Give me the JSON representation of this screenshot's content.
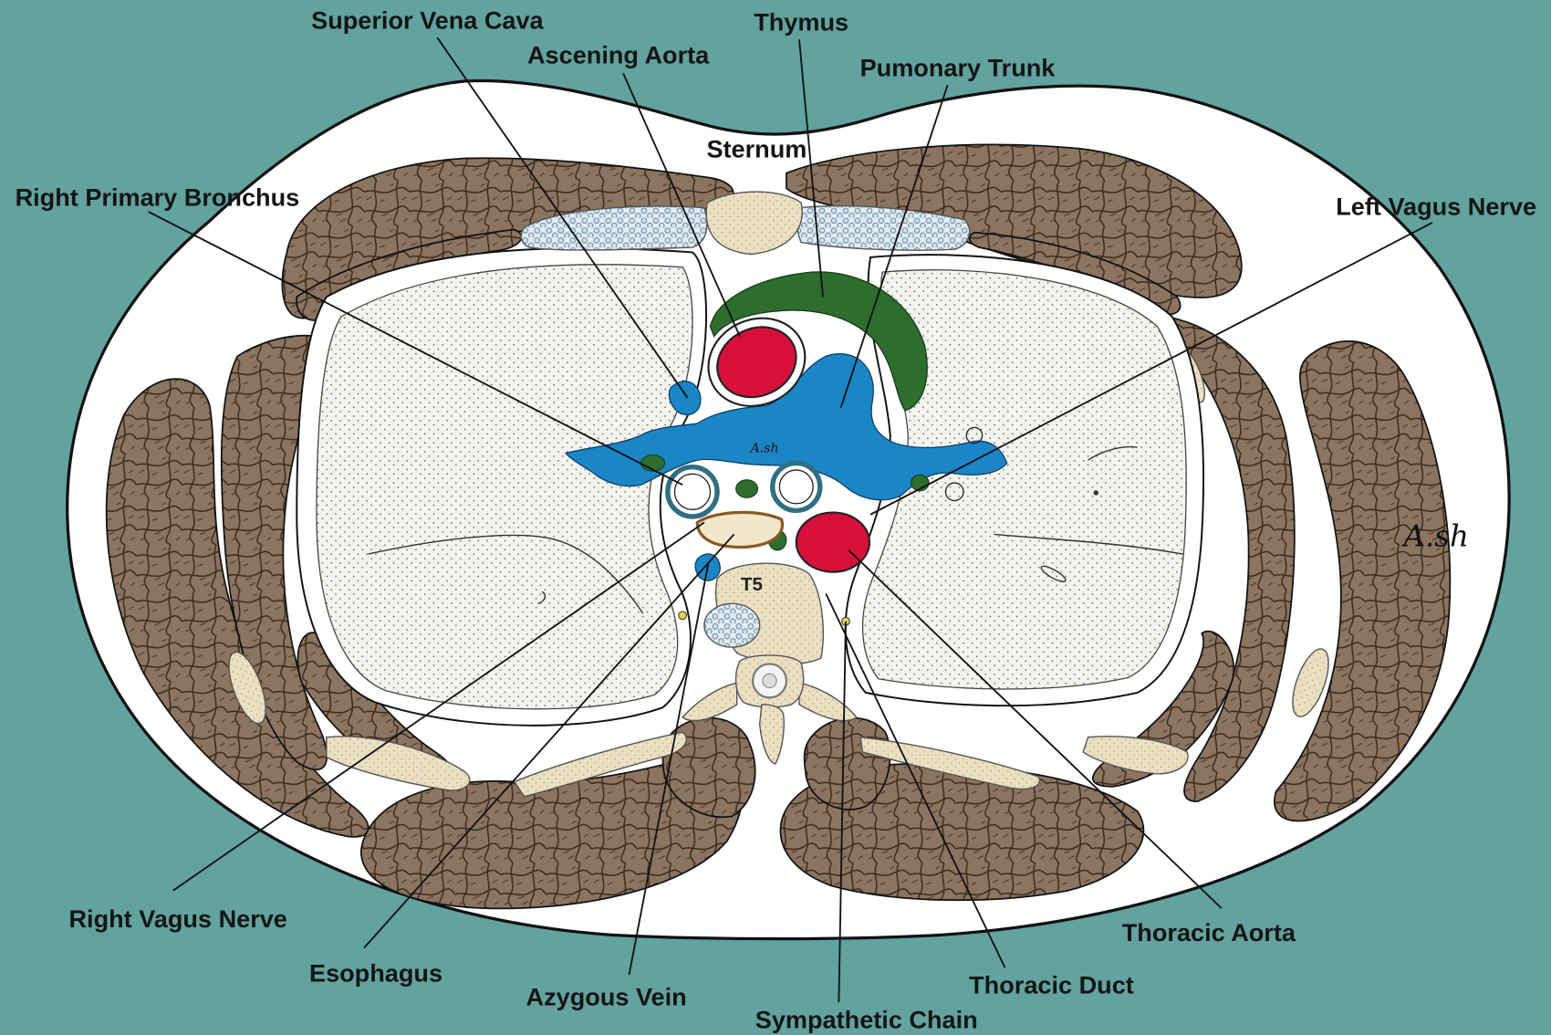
{
  "diagram": {
    "labels": {
      "superior_vena_cava": "Superior Vena Cava",
      "thymus": "Thymus",
      "ascening_aorta": "Ascening Aorta",
      "pumonary_trunk": "Pumonary Trunk",
      "sternum": "Sternum",
      "right_primary_bronchus": "Right Primary Bronchus",
      "left_vagus_nerve": "Left Vagus Nerve",
      "right_vagus_nerve": "Right Vagus Nerve",
      "esophagus": "Esophagus",
      "azygous_vein": "Azygous Vein",
      "sympathetic_chain": "Sympathetic Chain",
      "thoracic_duct": "Thoracic Duct",
      "thoracic_aorta": "Thoracic Aorta"
    },
    "vertebra_label": "T5",
    "watermark": "A.sh"
  },
  "colors": {
    "bg": "#62a29f",
    "body": "#ffffff",
    "muscle": "#8b7460",
    "lung": "#f3f3ef",
    "bone": "#eadfc1",
    "artery": "#d6103a",
    "vein": "#1b86c6",
    "thymus": "#2d6e2e",
    "outline": "#111111"
  }
}
